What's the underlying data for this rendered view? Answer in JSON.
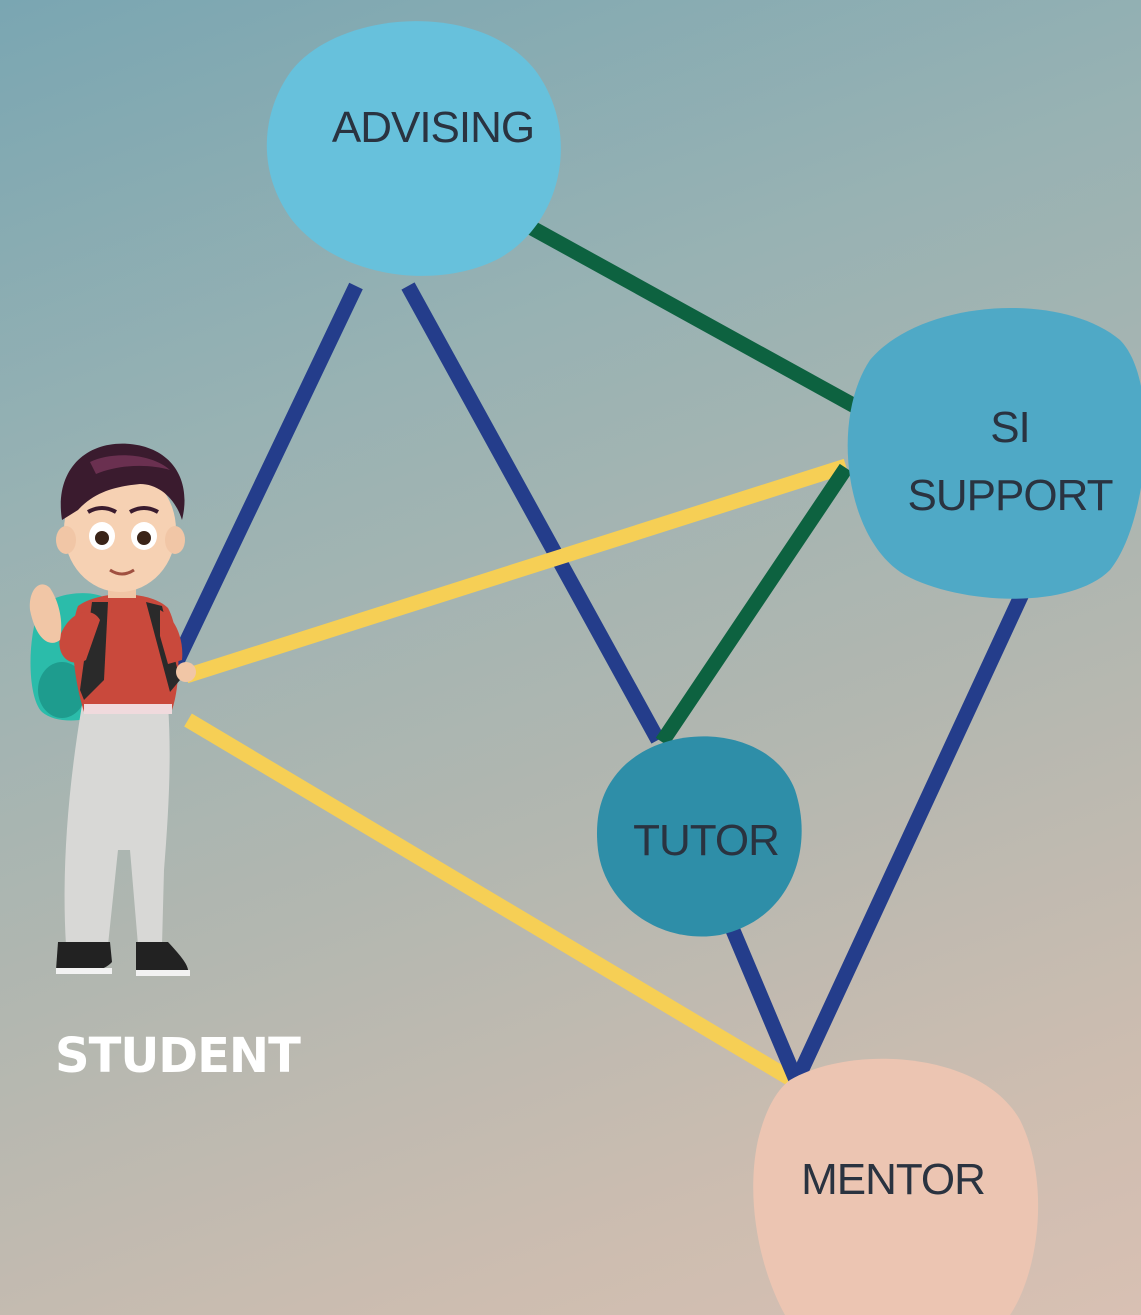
{
  "nodes": {
    "advising": {
      "label": "ADVISING",
      "color": "#67c1dc"
    },
    "si_support": {
      "label_line1": "SI",
      "label_line2": "SUPPORT",
      "color": "#4fa9c6"
    },
    "tutor": {
      "label": "TUTOR",
      "color": "#2e8ea8"
    },
    "mentor": {
      "label": "MENTOR",
      "color": "#ecc5b2"
    }
  },
  "student": {
    "label": "STUDENT"
  },
  "colors": {
    "blue_link": "#243d8b",
    "green_link": "#0d6240",
    "yellow_link": "#f6cf55"
  }
}
